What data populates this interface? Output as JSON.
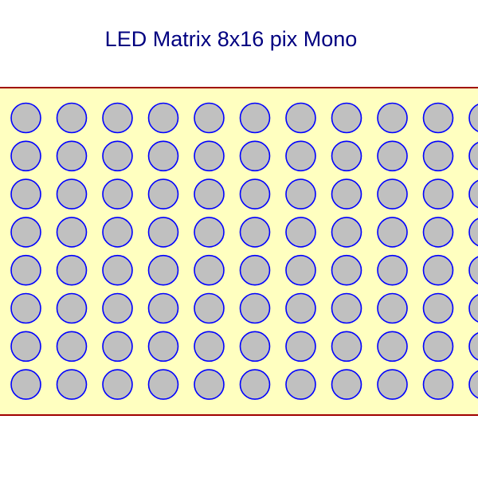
{
  "title": "LED Matrix 8x16 pix Mono",
  "matrix": {
    "rows": 8,
    "columns": 16,
    "led_state": "off",
    "colors": {
      "board_fill": "#ffffc0",
      "board_border": "#a00000",
      "led_fill": "#c0c0c0",
      "led_stroke": "#0000ff",
      "title": "#000080"
    }
  }
}
